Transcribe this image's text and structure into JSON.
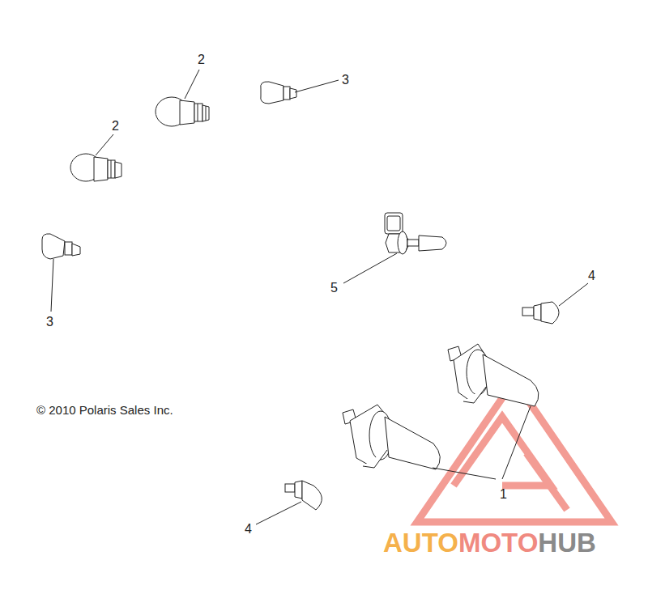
{
  "diagram": {
    "labels": [
      "2",
      "3",
      "2",
      "4",
      "5",
      "3",
      "© 2010 Polaris Sales Inc.",
      "1",
      "4",
      "AUTO",
      "MOTO",
      "HUB"
    ]
  }
}
